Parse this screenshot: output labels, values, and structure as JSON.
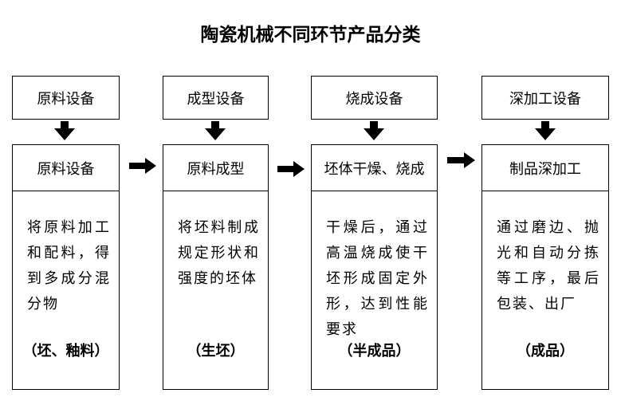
{
  "title": "陶瓷机械不同环节产品分类",
  "columns": [
    {
      "equipment": "原料设备",
      "stage": "原料设备",
      "description": "将原料加工和配料，得到多成分混分物",
      "result": "（坯、釉料）"
    },
    {
      "equipment": "成型设备",
      "stage": "原料成型",
      "description": "将坯料制成规定形状和强度的坯体",
      "result": "（生坯）"
    },
    {
      "equipment": "烧成设备",
      "stage": "坯体干燥、烧成",
      "description": "干燥后，通过高温烧成使干坯形成固定外形，达到性能要求",
      "result": "（半成品）"
    },
    {
      "equipment": "深加工设备",
      "stage": "制品深加工",
      "description": "通过磨边、抛光和自动分拣等工序，最后包装、出厂",
      "result": "（成品）"
    }
  ]
}
